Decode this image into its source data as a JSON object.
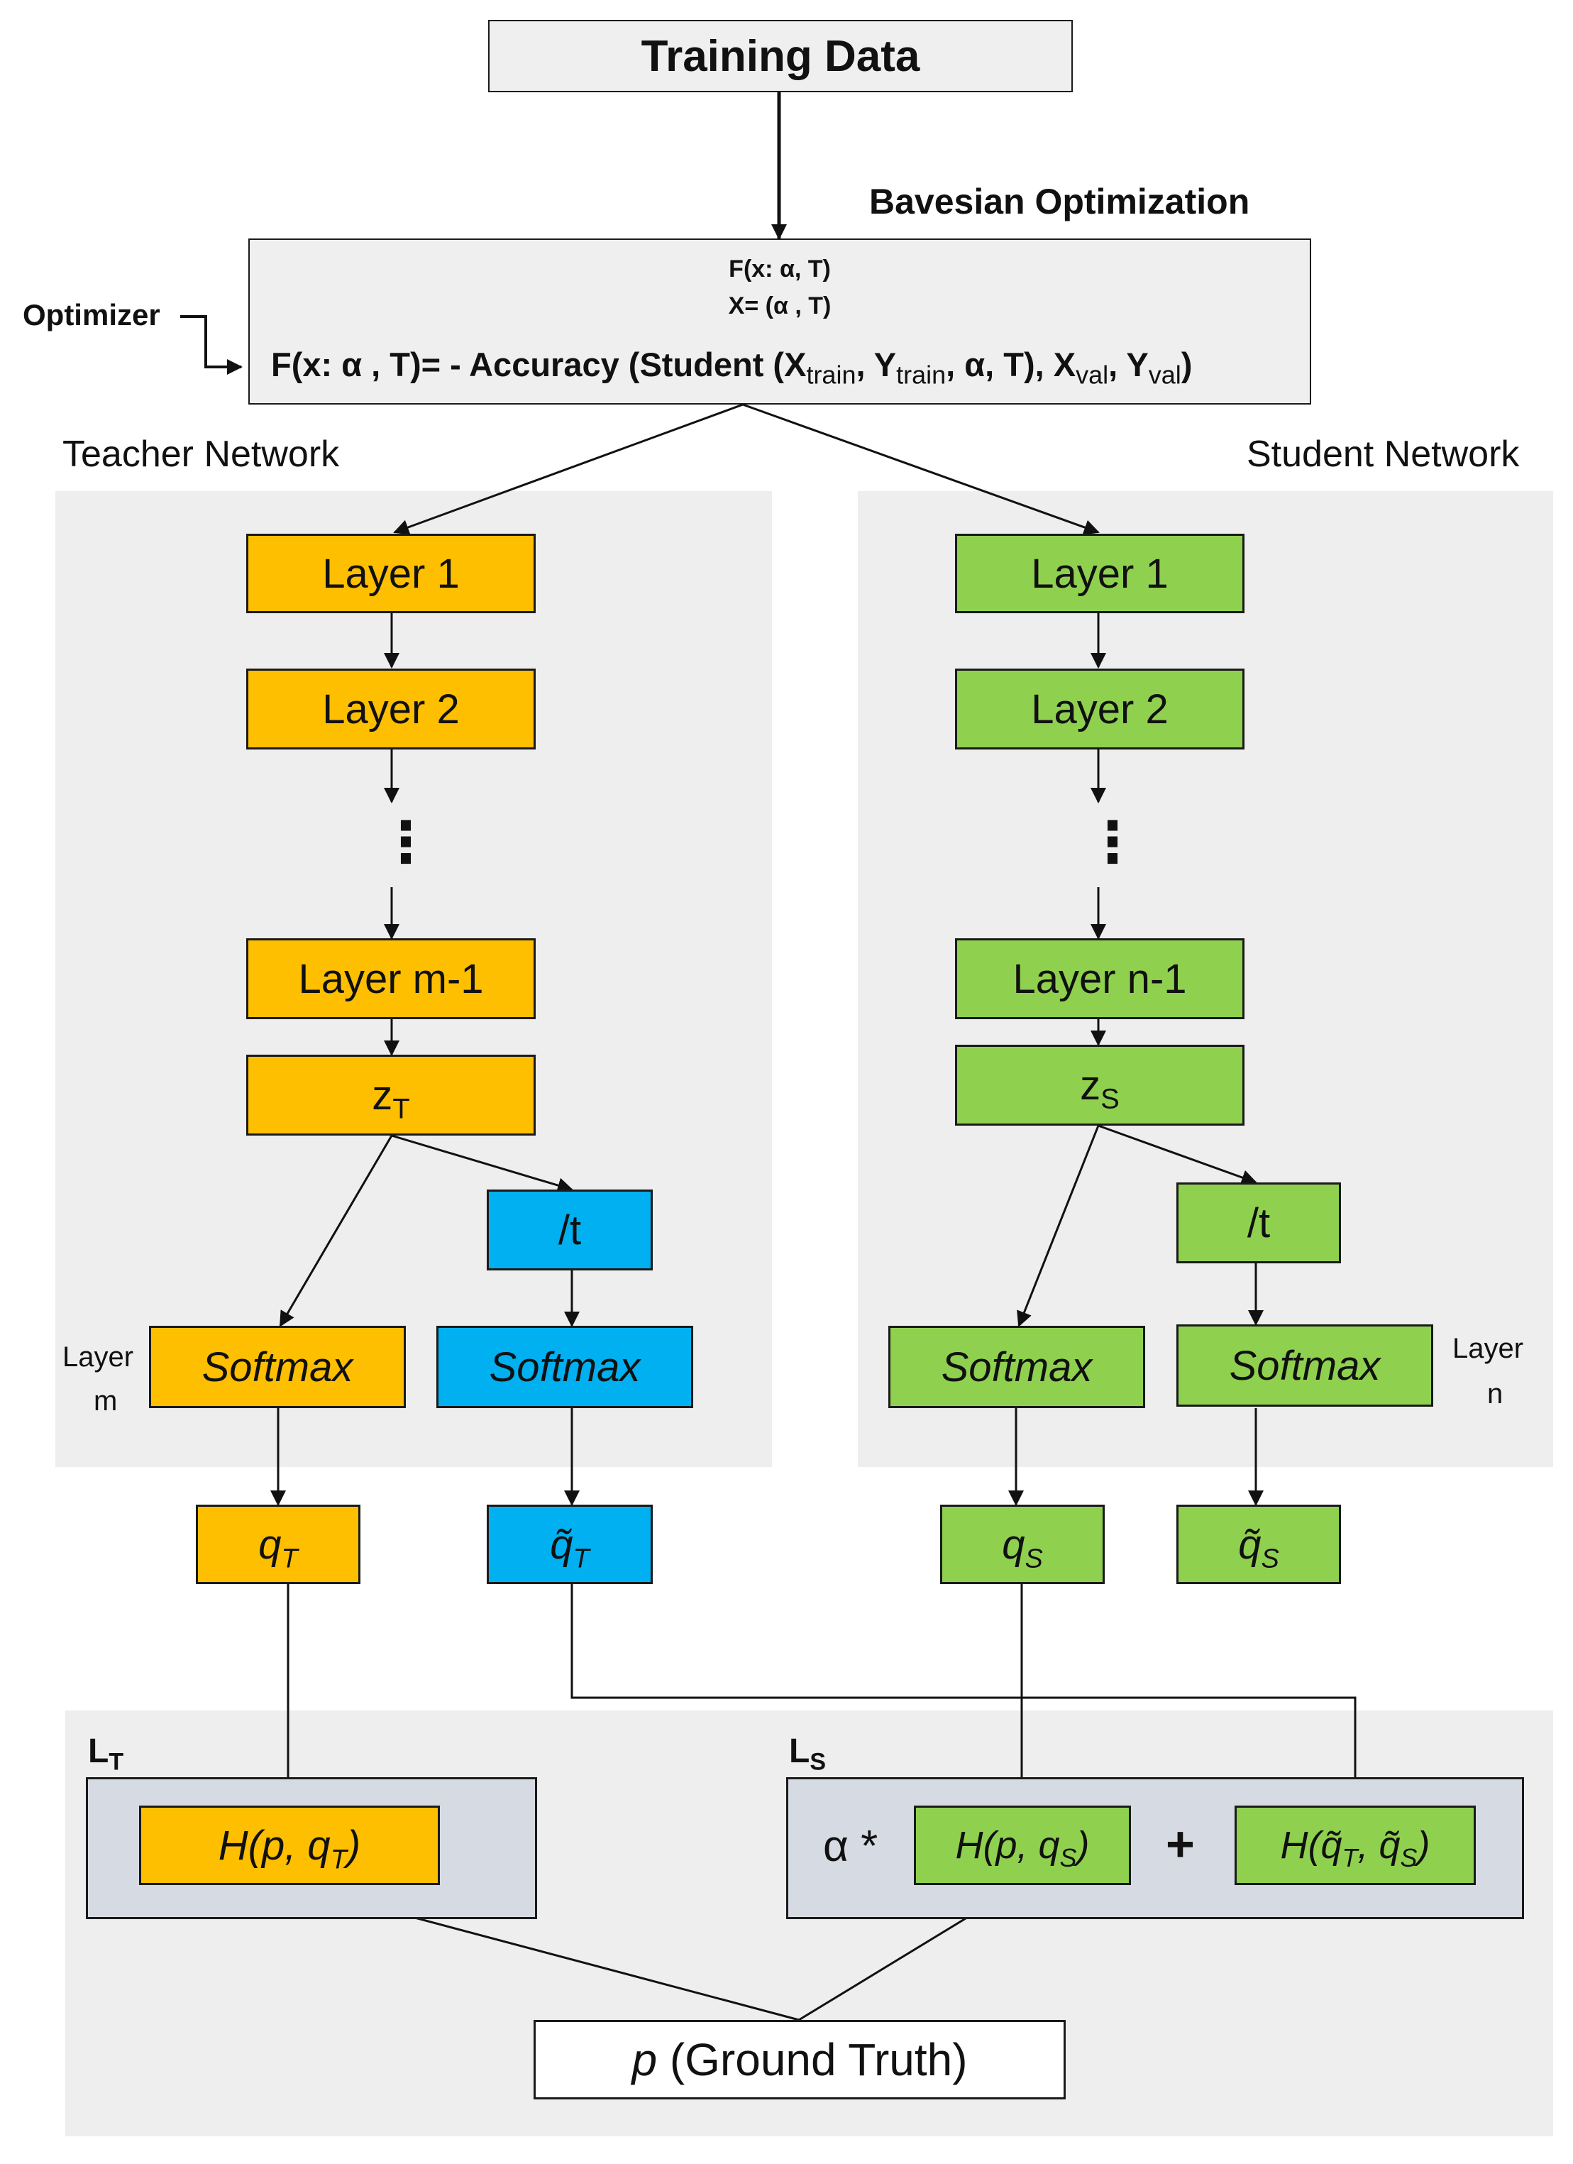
{
  "top": {
    "training_data": "Training Data",
    "bayesian_title": "Bavesian Optimization",
    "optimizer_label": "Optimizer",
    "formula_line1": "F(x: α, T)",
    "formula_line2": "X= (α , T)",
    "objective": {
      "prefix": "F(x: α , T)= - Accuracy (Student (X",
      "sub_train_x": "train",
      "y1": ", Y",
      "sub_train_y": "train",
      "mid": ", α, T), X",
      "sub_val_x": "val",
      "y2": ", Y",
      "sub_val_y": "val",
      "suffix": ")"
    }
  },
  "teacher": {
    "title": "Teacher Network",
    "layer1": "Layer 1",
    "layer2": "Layer 2",
    "dots": "⋮",
    "layer_m1": "Layer m-1",
    "z": "z",
    "z_sub": "T",
    "div_t": "/t",
    "softmax_a": "Softmax",
    "softmax_b": "Softmax",
    "side_label_1": "Layer",
    "side_label_2": "m",
    "q": "q",
    "q_sub": "T",
    "q_tilde": "q̃",
    "q_tilde_sub": "T"
  },
  "student": {
    "title": "Student Network",
    "layer1": "Layer 1",
    "layer2": "Layer 2",
    "dots": "⋮",
    "layer_n1": "Layer n-1",
    "z": "z",
    "z_sub": "S",
    "div_t": "/t",
    "softmax_a": "Softmax",
    "softmax_b": "Softmax",
    "side_label_1": "Layer",
    "side_label_2": "n",
    "q": "q",
    "q_sub": "S",
    "q_tilde": "q̃",
    "q_tilde_sub": "S"
  },
  "loss": {
    "lt_label": "L",
    "lt_sub": "T",
    "ls_label": "L",
    "ls_sub": "S",
    "h_teacher": {
      "pre": "H(p, q",
      "sub": "T",
      "post": ")"
    },
    "alpha": "α *",
    "h_student": {
      "pre": "H(p, q",
      "sub": "S",
      "post": ")"
    },
    "plus": "+",
    "h_distill": {
      "pre": "H(q̃",
      "sub1": "T",
      "mid": ", q̃",
      "sub2": "S",
      "post": ")"
    },
    "ground_truth_p": "p",
    "ground_truth_text": " (Ground Truth)"
  },
  "colors": {
    "teacher": "#fdbf00",
    "student": "#8fd14f",
    "soft": "#00b0f0",
    "panel": "#eeeeee",
    "loss_box": "#d6dbe3"
  }
}
